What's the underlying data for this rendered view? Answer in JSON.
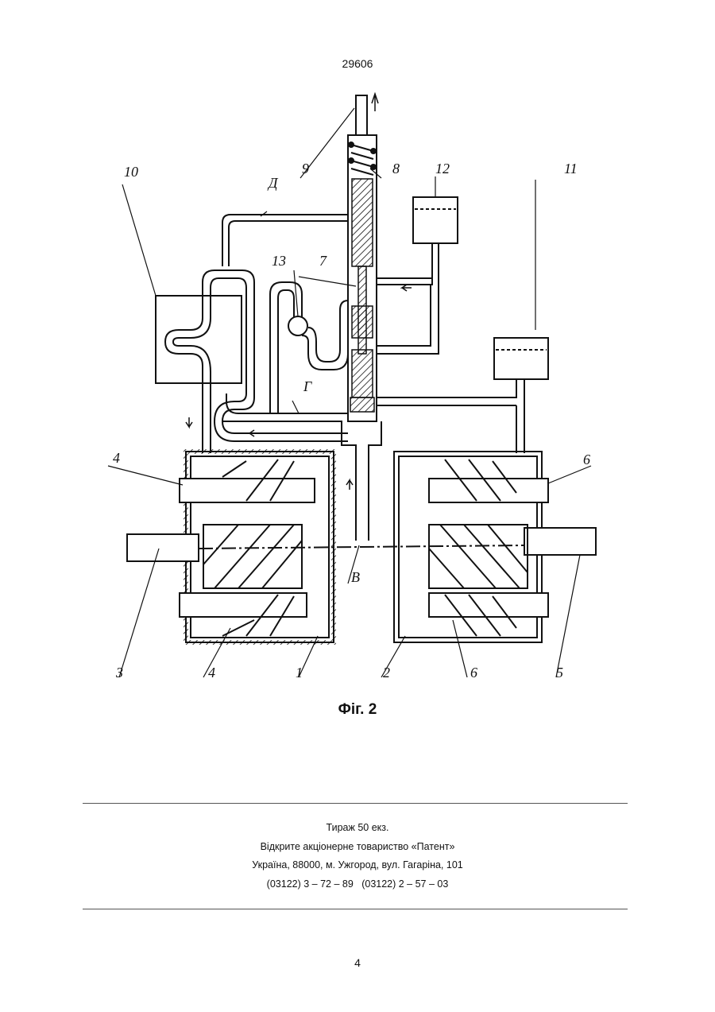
{
  "header": {
    "patent_number": "29606"
  },
  "figure": {
    "caption": "Фіг. 2",
    "labels": {
      "l1": "1",
      "l2": "2",
      "l3": "3",
      "l4a": "4",
      "l4b": "4",
      "l5": "5",
      "l6a": "6",
      "l6b": "6",
      "l7": "7",
      "l8": "8",
      "l9": "9",
      "l10": "10",
      "l11": "11",
      "l12": "12",
      "l13": "13",
      "lD": "Д",
      "lG": "Г",
      "lV": "В"
    }
  },
  "footer": {
    "circulation": "Тираж 50 екз.",
    "publisher": "Відкрите акціонерне товариство «Патент»",
    "address": "Україна, 88000, м. Ужгород, вул. Гагаріна, 101",
    "phones": "(03122) 3 – 72 – 89   (03122) 2 – 57 – 03"
  },
  "page": {
    "number": "4"
  }
}
